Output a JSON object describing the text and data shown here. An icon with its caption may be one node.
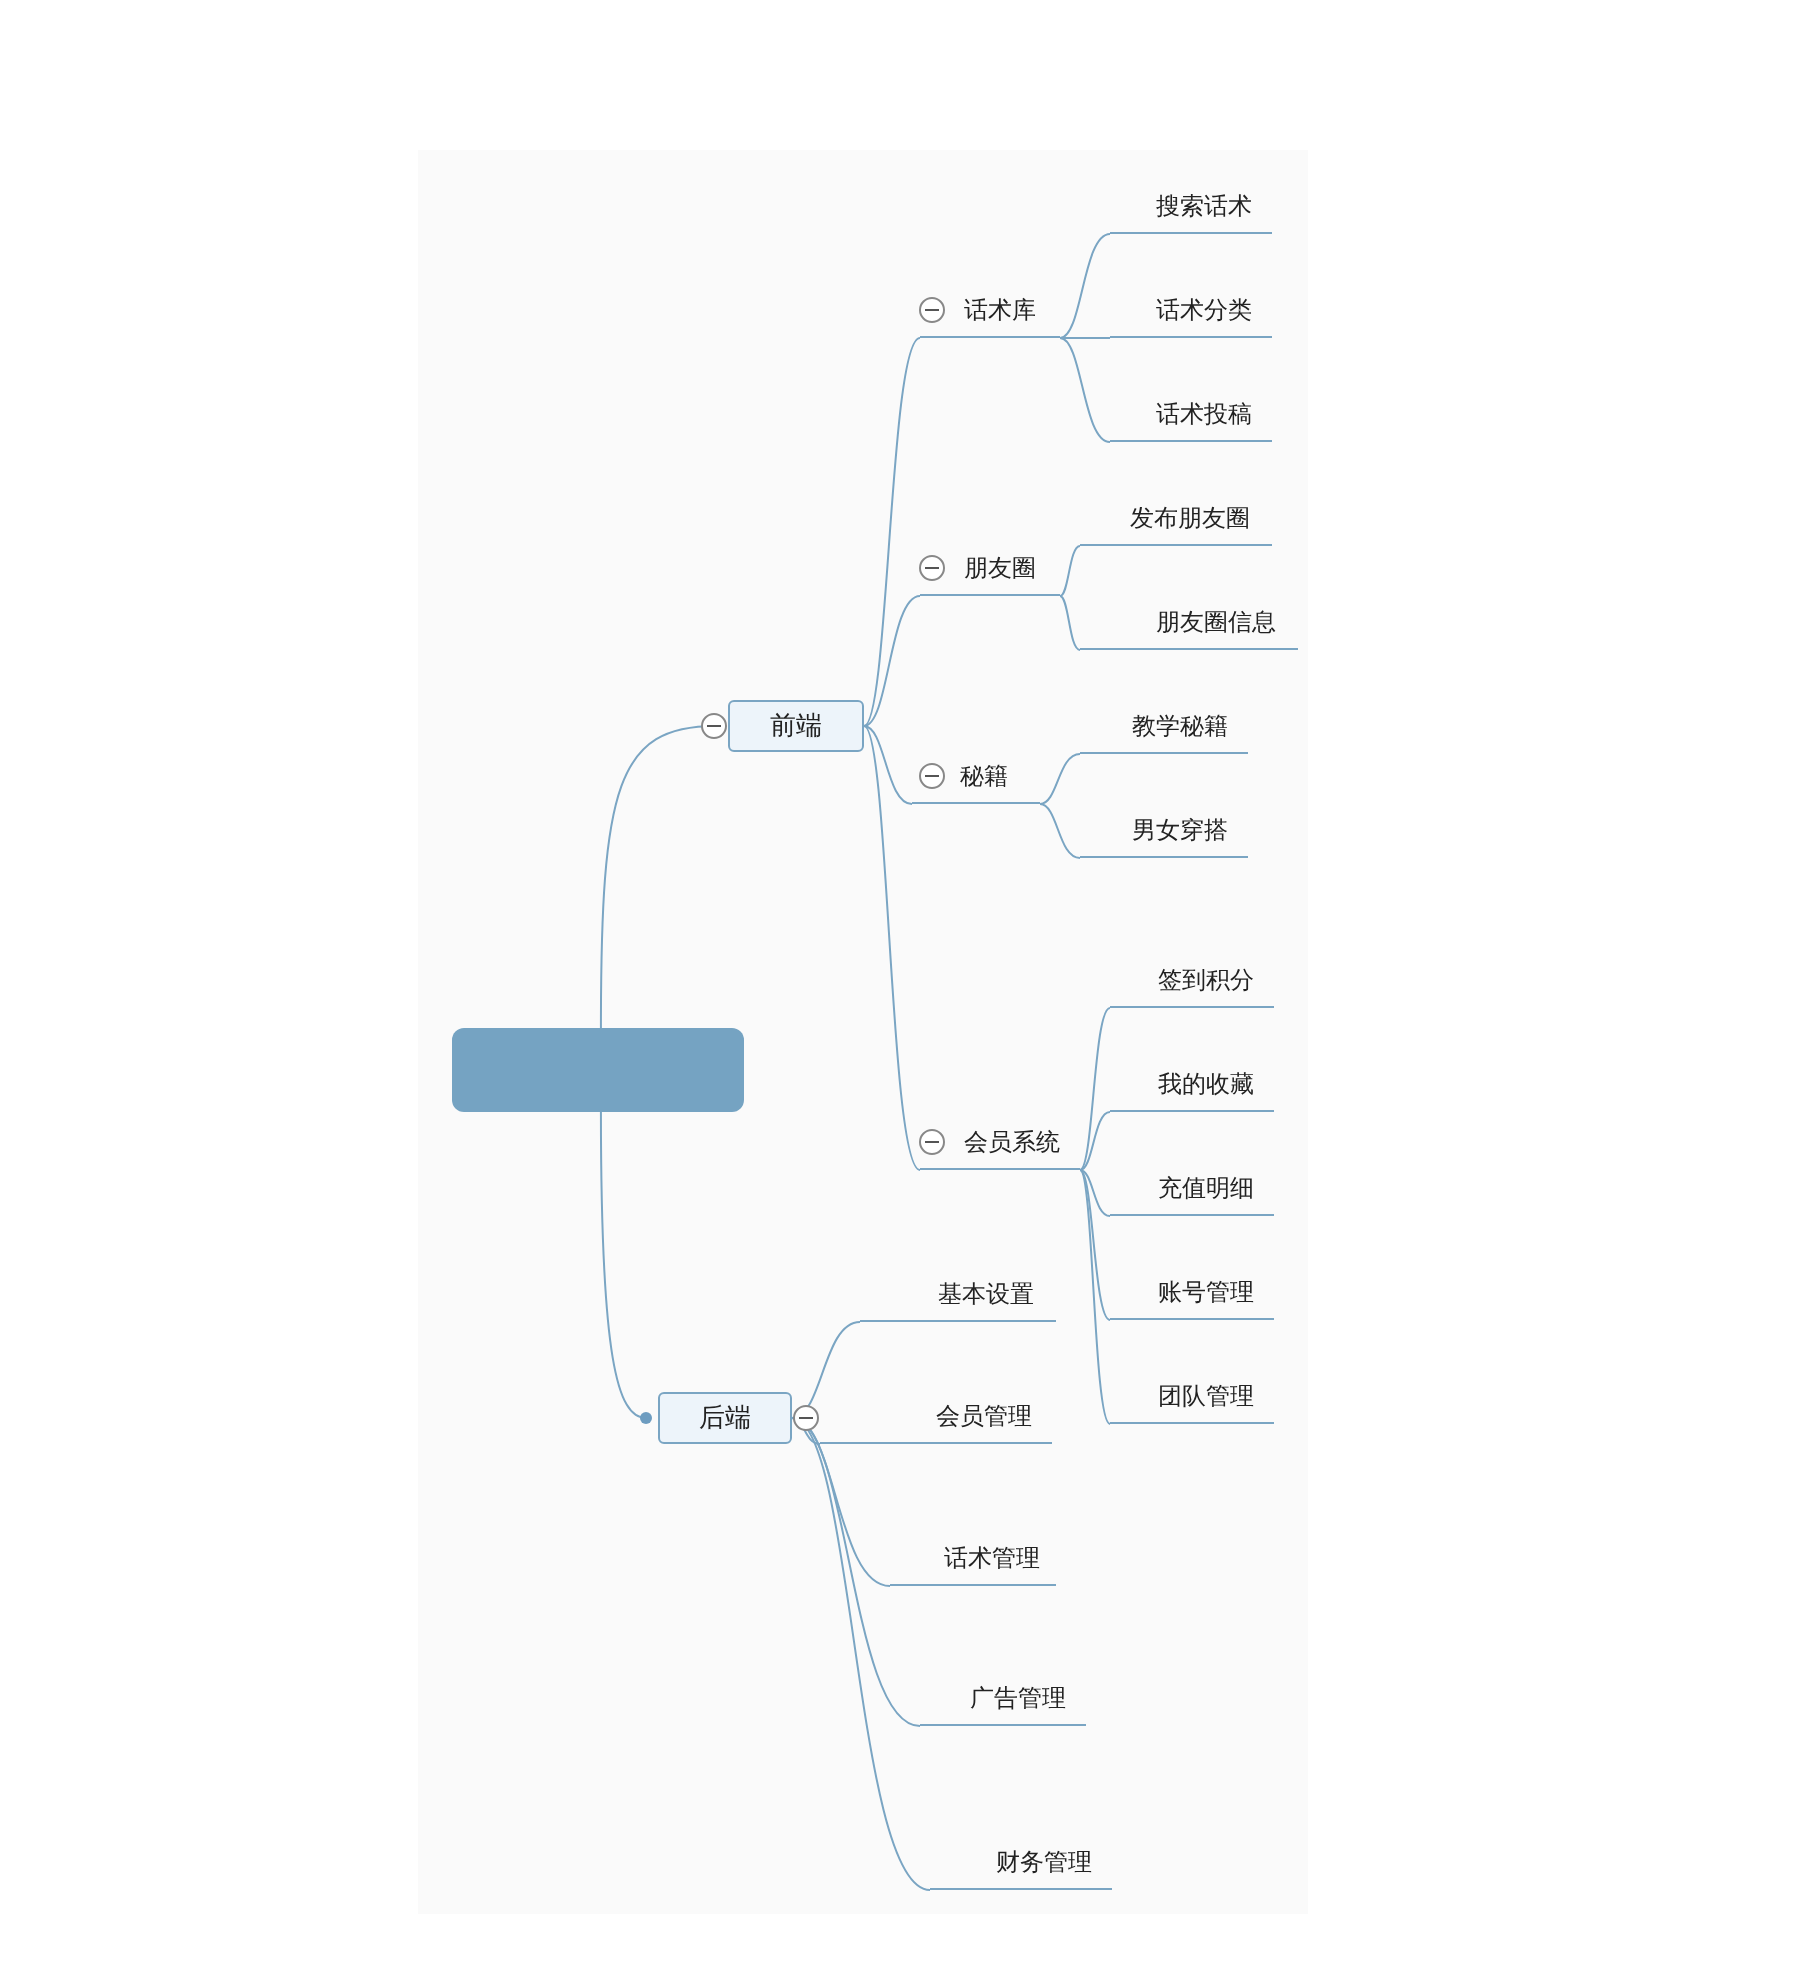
{
  "diagram": {
    "nodes": [
      {
        "text": [],
        "shape": "box"
      },
      {
        "text": [
          "前端"
        ]
      },
      {
        "text": [
          "话术库"
        ]
      },
      {
        "text": [
          "搜索话术"
        ]
      },
      {
        "text": [
          "话术分类"
        ]
      },
      {
        "text": [
          "话术投稿"
        ]
      },
      {
        "text": [
          "朋友圈"
        ]
      },
      {
        "text": [
          "发布朋友圈"
        ]
      },
      {
        "text": [
          "朋友圈信息"
        ]
      },
      {
        "text": [
          "秘籍"
        ]
      },
      {
        "text": [
          "教学秘籍"
        ]
      },
      {
        "text": [
          "男女穿搭"
        ]
      },
      {
        "text": [
          "会员系统"
        ]
      },
      {
        "text": [
          "签到积分"
        ]
      },
      {
        "text": [
          "我的收藏"
        ]
      },
      {
        "text": [
          "充值明细"
        ]
      },
      {
        "text": [
          "账号管理"
        ]
      },
      {
        "text": [
          "团队管理"
        ]
      },
      {
        "text": [
          "后端"
        ]
      },
      {
        "text": [
          "基本设置"
        ]
      },
      {
        "text": [
          "会员管理"
        ]
      },
      {
        "text": [
          "话术管理"
        ]
      },
      {
        "text": [
          "广告管理"
        ]
      },
      {
        "text": [
          "财务管理"
        ]
      }
    ],
    "edges": [
      {
        "from": 0,
        "to": 1,
        "arrow": "none"
      },
      {
        "from": 1,
        "to": 2,
        "arrow": "none"
      },
      {
        "from": 2,
        "to": 3,
        "arrow": "none"
      },
      {
        "from": 2,
        "to": 4,
        "arrow": "none"
      },
      {
        "from": 2,
        "to": 5,
        "arrow": "none"
      },
      {
        "from": 1,
        "to": 6,
        "arrow": "none"
      },
      {
        "from": 6,
        "to": 7,
        "arrow": "none"
      },
      {
        "from": 6,
        "to": 8,
        "arrow": "none"
      },
      {
        "from": 1,
        "to": 9,
        "arrow": "none"
      },
      {
        "from": 9,
        "to": 10,
        "arrow": "none"
      },
      {
        "from": 9,
        "to": 11,
        "arrow": "none"
      },
      {
        "from": 1,
        "to": 12,
        "arrow": "none"
      },
      {
        "from": 12,
        "to": 13,
        "arrow": "none"
      },
      {
        "from": 12,
        "to": 14,
        "arrow": "none"
      },
      {
        "from": 12,
        "to": 15,
        "arrow": "none"
      },
      {
        "from": 12,
        "to": 16,
        "arrow": "none"
      },
      {
        "from": 12,
        "to": 17,
        "arrow": "none"
      },
      {
        "from": 0,
        "to": 18,
        "arrow": "none"
      },
      {
        "from": 18,
        "to": 19,
        "arrow": "none"
      },
      {
        "from": 18,
        "to": 20,
        "arrow": "none"
      },
      {
        "from": 18,
        "to": 21,
        "arrow": "none"
      },
      {
        "from": 18,
        "to": 22,
        "arrow": "none"
      },
      {
        "from": 18,
        "to": 23,
        "arrow": "none"
      }
    ]
  }
}
